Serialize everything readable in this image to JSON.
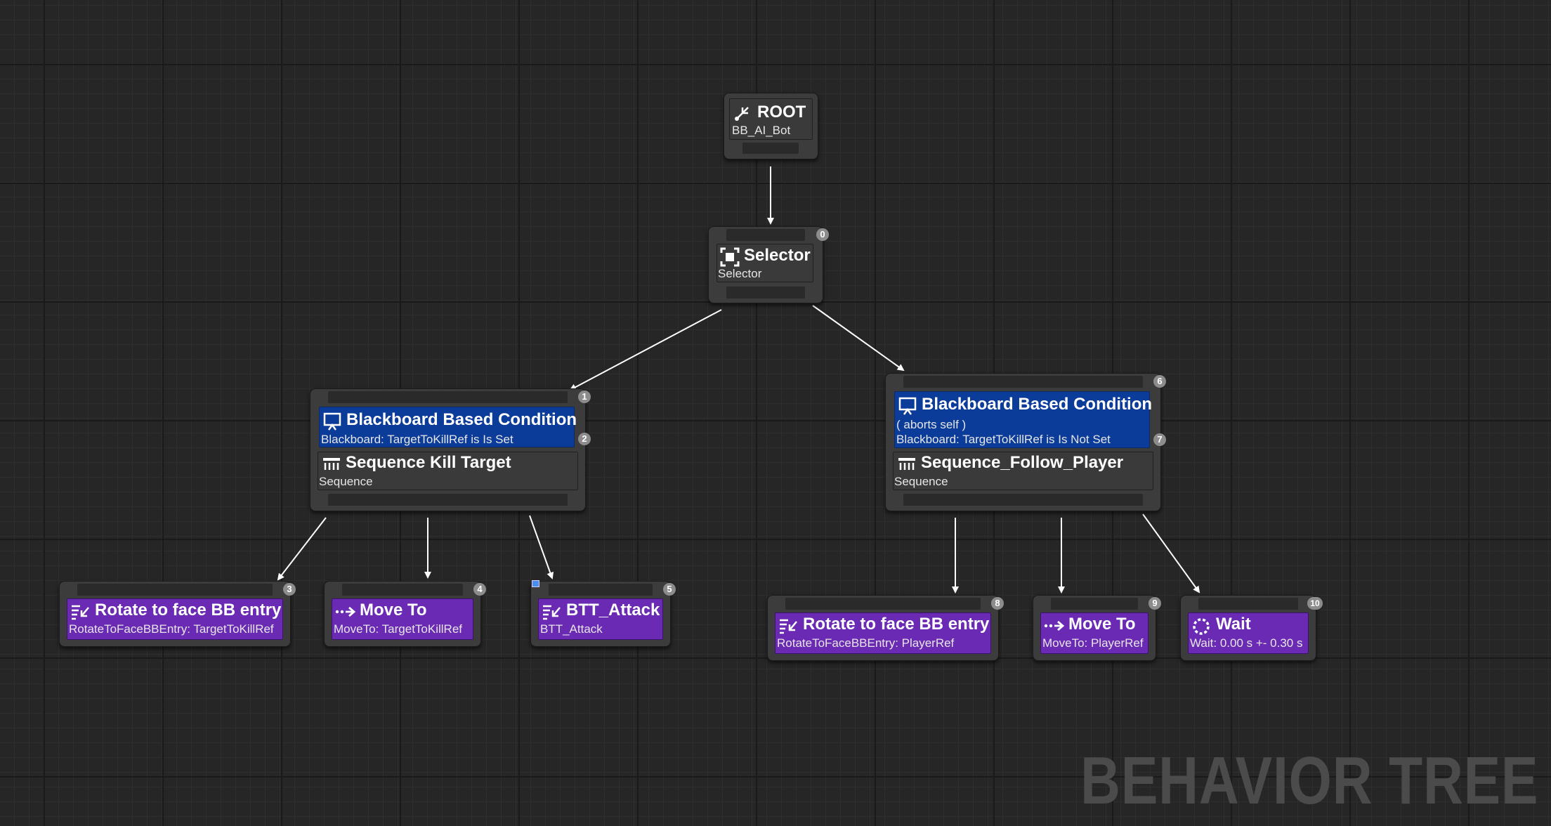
{
  "graph_type_label": "BEHAVIOR TREE",
  "nodes": {
    "root": {
      "title": "ROOT",
      "subtitle": "BB_AI_Bot",
      "icon": "root-icon"
    },
    "selector": {
      "title": "Selector",
      "subtitle": "Selector",
      "icon": "selector-icon",
      "index": "0"
    },
    "seq_kill": {
      "index": "1",
      "decorator": {
        "title": "Blackboard Based Condition",
        "line": "Blackboard: TargetToKillRef is Is Set",
        "index": "2",
        "icon": "blackboard-icon"
      },
      "title": "Sequence Kill Target",
      "subtitle": "Sequence",
      "icon": "sequence-icon"
    },
    "seq_follow": {
      "index": "6",
      "decorator": {
        "title": "Blackboard Based Condition",
        "aborts": "( aborts self )",
        "line": "Blackboard: TargetToKillRef is Is Not Set",
        "index": "7",
        "icon": "blackboard-icon"
      },
      "title": "Sequence_Follow_Player",
      "subtitle": "Sequence",
      "icon": "sequence-icon"
    },
    "task3": {
      "index": "3",
      "title": "Rotate to face BB entry",
      "subtitle": "RotateToFaceBBEntry: TargetToKillRef",
      "icon": "rotate-icon"
    },
    "task4": {
      "index": "4",
      "title": "Move To",
      "subtitle": "MoveTo: TargetToKillRef",
      "icon": "move-to-icon"
    },
    "task5": {
      "index": "5",
      "title": "BTT_Attack",
      "subtitle": "BTT_Attack",
      "icon": "custom-task-icon"
    },
    "task8": {
      "index": "8",
      "title": "Rotate to face BB entry",
      "subtitle": "RotateToFaceBBEntry: PlayerRef",
      "icon": "rotate-icon"
    },
    "task9": {
      "index": "9",
      "title": "Move To",
      "subtitle": "MoveTo: PlayerRef",
      "icon": "move-to-icon"
    },
    "task10": {
      "index": "10",
      "title": "Wait",
      "subtitle": "Wait: 0.00 s +- 0.30 s",
      "icon": "wait-icon"
    }
  },
  "colors": {
    "canvas": "#262626",
    "node_body": "#3c3c3c",
    "decorator_blue": "#0b3c9a",
    "task_purple": "#6a2ab4",
    "edge": "#ffffff",
    "badge": "#8c8c8c"
  }
}
